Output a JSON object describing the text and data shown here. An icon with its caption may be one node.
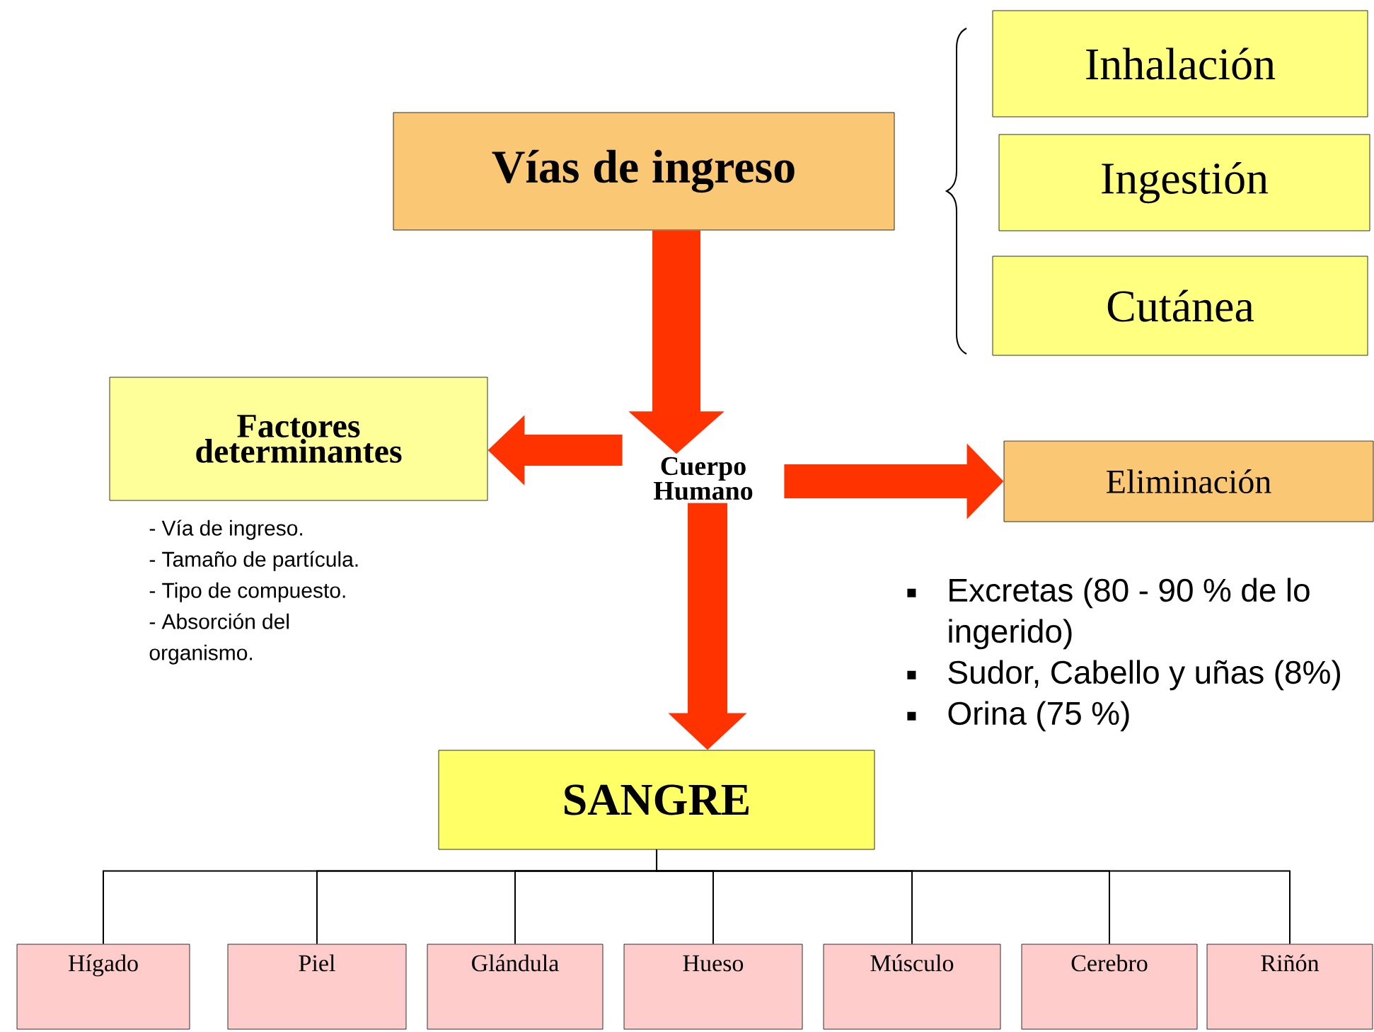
{
  "diagram": {
    "nodes": [
      {
        "text": [
          "Vías de ingreso"
        ]
      },
      {
        "text": [
          "Inhalación"
        ]
      },
      {
        "text": [
          "Ingestión"
        ]
      },
      {
        "text": [
          "Cutánea"
        ]
      },
      {
        "text": [
          "Factores determinantes"
        ],
        "beside": [
          "- Vía de ingreso.",
          "- Tamaño de partícula.",
          "- Tipo de compuesto.",
          "- Absorción del organismo."
        ]
      },
      {
        "text": [
          "Cuerpo Humano"
        ]
      },
      {
        "text": [
          "Eliminación"
        ],
        "beside": [
          "Excretas (80 - 90 % de lo ingerido)",
          "Sudor, Cabello y uñas (8%)",
          "Orina (75 %)"
        ]
      },
      {
        "text": [
          "SANGRE"
        ]
      },
      {
        "text": [
          "Hígado"
        ]
      },
      {
        "text": [
          "Piel"
        ]
      },
      {
        "text": [
          "Glándula"
        ]
      },
      {
        "text": [
          "Hueso"
        ]
      },
      {
        "text": [
          "Músculo"
        ]
      },
      {
        "text": [
          "Cerebro"
        ]
      },
      {
        "text": [
          "Riñón"
        ]
      }
    ],
    "edges": [
      {
        "from": 0,
        "to": 5,
        "arrow": "to",
        "style": "thick",
        "color": "#ff3300"
      },
      {
        "from": 5,
        "to": 4,
        "arrow": "to",
        "style": "thick",
        "color": "#ff3300"
      },
      {
        "from": 5,
        "to": 6,
        "arrow": "to",
        "style": "thick",
        "color": "#ff3300"
      },
      {
        "from": 5,
        "to": 7,
        "arrow": "to",
        "style": "thick",
        "color": "#ff3300"
      },
      {
        "from": 7,
        "to": 8,
        "arrow": "none"
      },
      {
        "from": 7,
        "to": 9,
        "arrow": "none"
      },
      {
        "from": 7,
        "to": 10,
        "arrow": "none"
      },
      {
        "from": 7,
        "to": 11,
        "arrow": "none"
      },
      {
        "from": 7,
        "to": 12,
        "arrow": "none"
      },
      {
        "from": 7,
        "to": 13,
        "arrow": "none"
      },
      {
        "from": 7,
        "to": 14,
        "arrow": "none"
      }
    ]
  }
}
